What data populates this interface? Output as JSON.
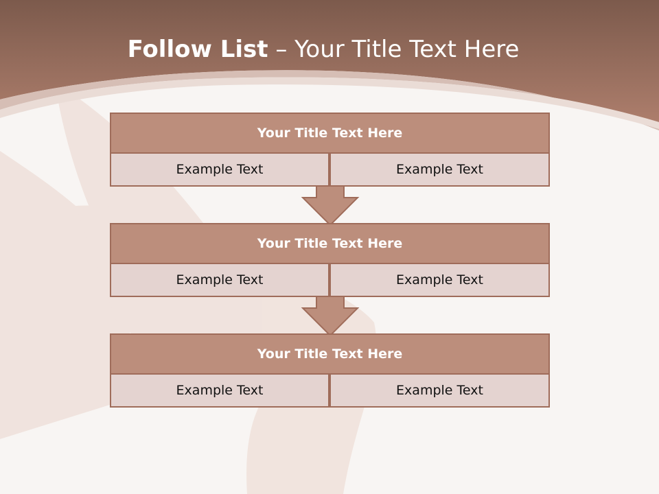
{
  "slide": {
    "title_bold": "Follow List",
    "title_rest": "– Your Title Text Here"
  },
  "colors": {
    "header_band": "#a87866",
    "block_title_fill": "#bc8e7c",
    "block_border": "#9f6c5a",
    "cell_fill": "#e4d3d0",
    "background": "#f8f5f3"
  },
  "steps": [
    {
      "title": "Your Title Text Here",
      "left_text": "Example Text",
      "right_text": "Example Text"
    },
    {
      "title": "Your Title Text Here",
      "left_text": "Example Text",
      "right_text": "Example Text"
    },
    {
      "title": "Your Title Text Here",
      "left_text": "Example Text",
      "right_text": "Example Text"
    }
  ]
}
